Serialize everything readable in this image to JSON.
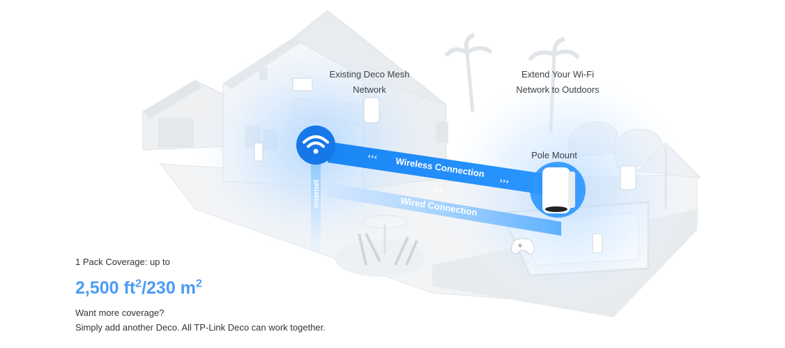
{
  "labels": {
    "existing_line1": "Existing Deco Mesh",
    "existing_line2": "Network",
    "outdoor_line1": "Extend Your Wi-Fi",
    "outdoor_line2": "Network to Outdoors",
    "pole_mount": "Pole Mount",
    "wireless": "Wireless Connection",
    "wired": "Wired Connection",
    "or": "or",
    "internet": "Internet"
  },
  "coverage": {
    "intro": "1 Pack Coverage: up to",
    "ft_value": "2,500 ft",
    "ft_exp": "2",
    "m_value": "/230 m",
    "m_exp": "2",
    "question": "Want more coverage?",
    "note": "Simply add another Deco. All TP-Link Deco can work together."
  },
  "colors": {
    "accent_blue": "#4a9cf4",
    "beam_blue": "#1e90ff",
    "wifi_blue": "#1677e8",
    "coverage_glow": "#cfe6ff"
  },
  "icons": [
    "wifi-icon",
    "gamepad-icon",
    "deco-device-icon",
    "pole-mount-device-icon"
  ]
}
